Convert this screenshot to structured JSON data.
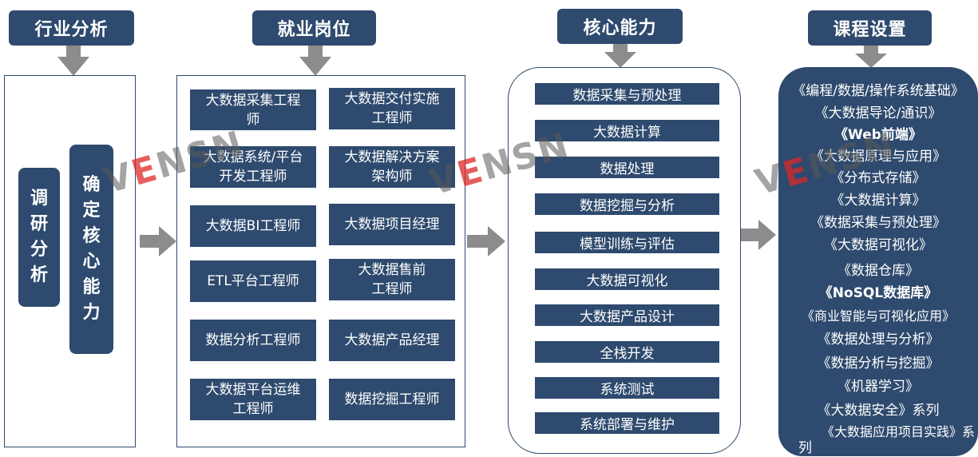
{
  "columns": [
    {
      "header": "行业分析",
      "left_pills": [
        "调",
        "研",
        "分",
        "析"
      ],
      "right_pills": [
        "确",
        "定",
        "核",
        "心",
        "能",
        "力"
      ]
    },
    {
      "header": "就业岗位"
    },
    {
      "header": "核心能力"
    },
    {
      "header": "课程设置"
    }
  ],
  "jobs": [
    {
      "line1": "大数据采集工程",
      "line2": "师"
    },
    {
      "line1": "大数据交付实施",
      "line2": "工程师"
    },
    {
      "line1": "大数据系统/平台",
      "line2": "开发工程师"
    },
    {
      "line1": "大数据解决方案",
      "line2": "架构师"
    },
    {
      "line1": "大数据BI工程师",
      "line2": ""
    },
    {
      "line1": "大数据项目经理",
      "line2": ""
    },
    {
      "line1": "ETL平台工程师",
      "line2": ""
    },
    {
      "line1": "大数据售前",
      "line2": "工程师"
    },
    {
      "line1": "数据分析工程师",
      "line2": ""
    },
    {
      "line1": "大数据产品经理",
      "line2": ""
    },
    {
      "line1": "大数据平台运维",
      "line2": "工程师"
    },
    {
      "line1": "数据挖掘工程师",
      "line2": ""
    }
  ],
  "skills": [
    "数据采集与预处理",
    "大数据计算",
    "数据处理",
    "数据挖掘与分析",
    "模型训练与评估",
    "大数据可视化",
    "大数据产品设计",
    "全栈开发",
    "系统测试",
    "系统部署与维护"
  ],
  "courses": [
    "《编程/数据/操作系统基础》",
    "《大数据导论/通识》",
    "《Web前端》",
    "《大数据原理与应用》",
    "《分布式存储》",
    "《大数据计算》",
    "《数据采集与预处理》",
    "《大数据可视化》",
    "《数据仓库》",
    "《NoSQL数据库》",
    "《商业智能与可视化应用》",
    "《数据处理与分析》",
    "《数据分析与挖掘》",
    "《机器学习》",
    "《大数据安全》系列",
    "《大数据应用项目实践》系",
    "列"
  ],
  "watermark": {
    "pre": "V",
    "mid": "E",
    "post": "NSN"
  },
  "colors": {
    "navy": "#2e4a6e",
    "arrow": "#8c8c8c"
  }
}
